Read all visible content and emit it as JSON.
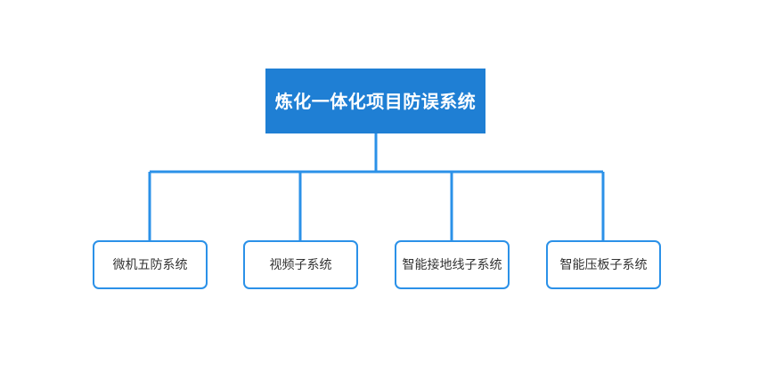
{
  "diagram": {
    "type": "org-chart",
    "orientation": "top-down",
    "background_color": "#ffffff",
    "root": {
      "label": "炼化一体化项目防误系统",
      "fill_color": "#1f7fd4",
      "text_color": "#ffffff"
    },
    "children": [
      {
        "label": "微机五防系统"
      },
      {
        "label": "视频子系统"
      },
      {
        "label": "智能接地线子系统"
      },
      {
        "label": "智能压板子系统"
      }
    ],
    "child_style": {
      "fill_color": "#ffffff",
      "border_color": "#2b91e8",
      "text_color": "#333333"
    },
    "connector_color": "#2b91e8"
  }
}
